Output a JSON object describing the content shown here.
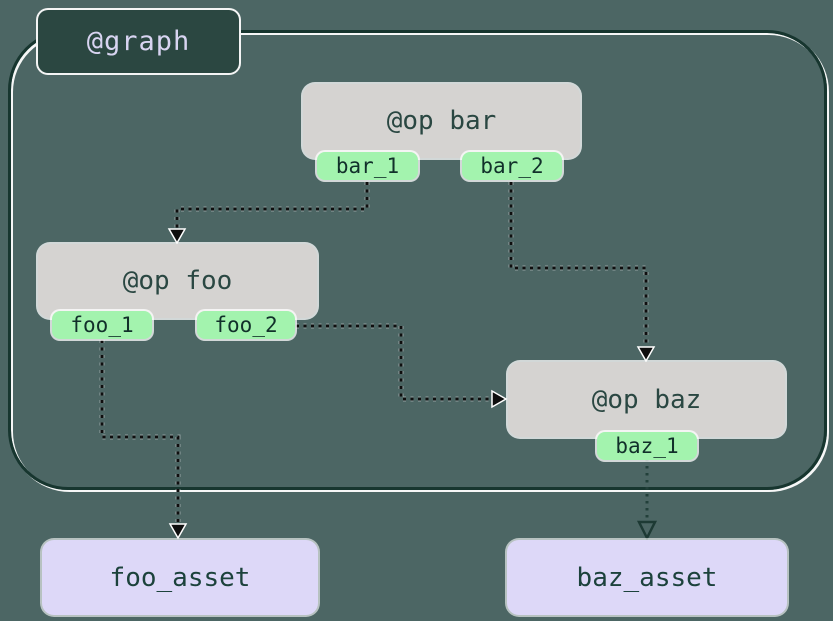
{
  "graph": {
    "label": "@graph"
  },
  "ops": [
    {
      "id": "bar",
      "label": "@op bar",
      "outputs": [
        {
          "id": "bar_1",
          "label": "bar_1"
        },
        {
          "id": "bar_2",
          "label": "bar_2"
        }
      ]
    },
    {
      "id": "foo",
      "label": "@op foo",
      "outputs": [
        {
          "id": "foo_1",
          "label": "foo_1"
        },
        {
          "id": "foo_2",
          "label": "foo_2"
        }
      ]
    },
    {
      "id": "baz",
      "label": "@op baz",
      "outputs": [
        {
          "id": "baz_1",
          "label": "baz_1"
        }
      ]
    }
  ],
  "assets": [
    {
      "id": "foo_asset",
      "label": "foo_asset"
    },
    {
      "id": "baz_asset",
      "label": "baz_asset"
    }
  ],
  "edges": [
    {
      "from": "bar.bar_1",
      "to": "foo",
      "style": "dotted",
      "arrowhead": "filled"
    },
    {
      "from": "bar.bar_2",
      "to": "baz",
      "style": "dotted",
      "arrowhead": "filled"
    },
    {
      "from": "foo.foo_2",
      "to": "baz",
      "style": "dotted",
      "arrowhead": "filled"
    },
    {
      "from": "foo.foo_1",
      "to": "foo_asset",
      "style": "dotted",
      "arrowhead": "filled"
    },
    {
      "from": "baz.baz_1",
      "to": "baz_asset",
      "style": "dotted",
      "arrowhead": "hollow"
    }
  ],
  "colors": {
    "background": "#4c6664",
    "graph_border": "#17362f",
    "graph_label_bg": "#2b4741",
    "graph_label_text": "#d8d4f1",
    "op_bg": "#d5d3d1",
    "op_text": "#2a4742",
    "output_tag_bg": "#a3f3ae",
    "output_tag_text": "#11302a",
    "asset_bg": "#ddd8f8",
    "asset_text": "#1c423c",
    "edge": "#0e0e0e",
    "edge_alt": "#22403a"
  }
}
